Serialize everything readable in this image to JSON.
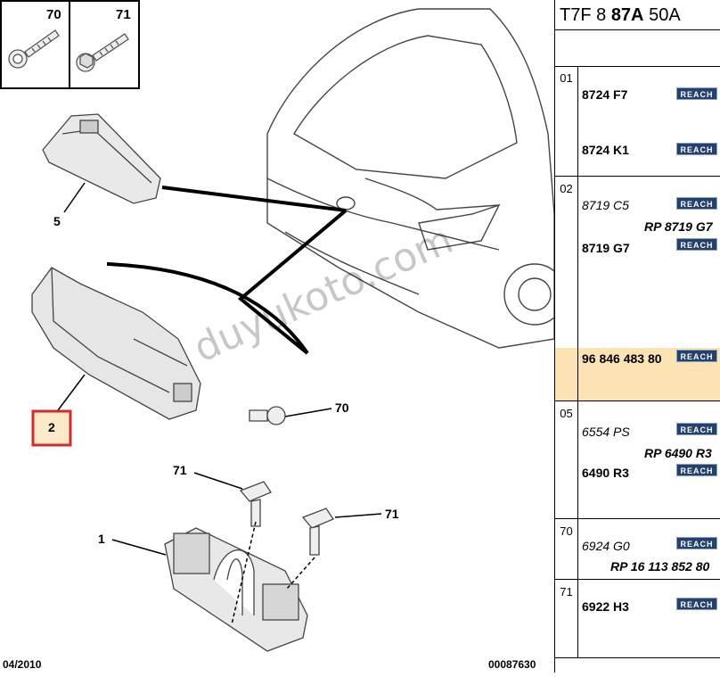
{
  "header": {
    "prefix": "T7F 8",
    "bold": "87A",
    "suffix": "50A"
  },
  "callouts": {
    "c70_top": "70",
    "c71_top": "71",
    "c5": "5",
    "c2": "2",
    "c70_mid": "70",
    "c71_a": "71",
    "c71_b": "71",
    "c1": "1"
  },
  "watermark": "duyukoto.com",
  "footer": {
    "left": "04/2010",
    "right": "00087630"
  },
  "reach_label": "REACH",
  "groups": [
    {
      "num": "01",
      "items": [
        {
          "text": "8724 F7",
          "style": "bold",
          "reach": true
        },
        {
          "text": "8724 K1",
          "style": "bold",
          "reach": true
        }
      ]
    },
    {
      "num": "02",
      "items": [
        {
          "text": "8719 C5",
          "style": "it",
          "reach": true
        },
        {
          "text": "RP 8719 G7",
          "style": "rp",
          "reach": false
        },
        {
          "text": "8719 G7",
          "style": "bold",
          "reach": true
        }
      ]
    },
    {
      "num": "",
      "items": [
        {
          "text": "96 846 483 80",
          "style": "bold",
          "reach": true
        }
      ]
    },
    {
      "num": "05",
      "items": [
        {
          "text": "6554 PS",
          "style": "it",
          "reach": true
        },
        {
          "text": "RP 6490 R3",
          "style": "rp",
          "reach": false
        },
        {
          "text": "6490 R3",
          "style": "bold",
          "reach": true
        }
      ]
    },
    {
      "num": "70",
      "items": [
        {
          "text": "6924 G0",
          "style": "it",
          "reach": true
        },
        {
          "text": "RP 16 113 852 80",
          "style": "rp",
          "reach": false
        }
      ]
    },
    {
      "num": "71",
      "items": [
        {
          "text": "6922 H3",
          "style": "bold",
          "reach": true
        }
      ]
    }
  ],
  "colors": {
    "highlight_row": "#fde2b4",
    "callout_box": "#d32a2a",
    "reach_bg": "#24406e"
  }
}
